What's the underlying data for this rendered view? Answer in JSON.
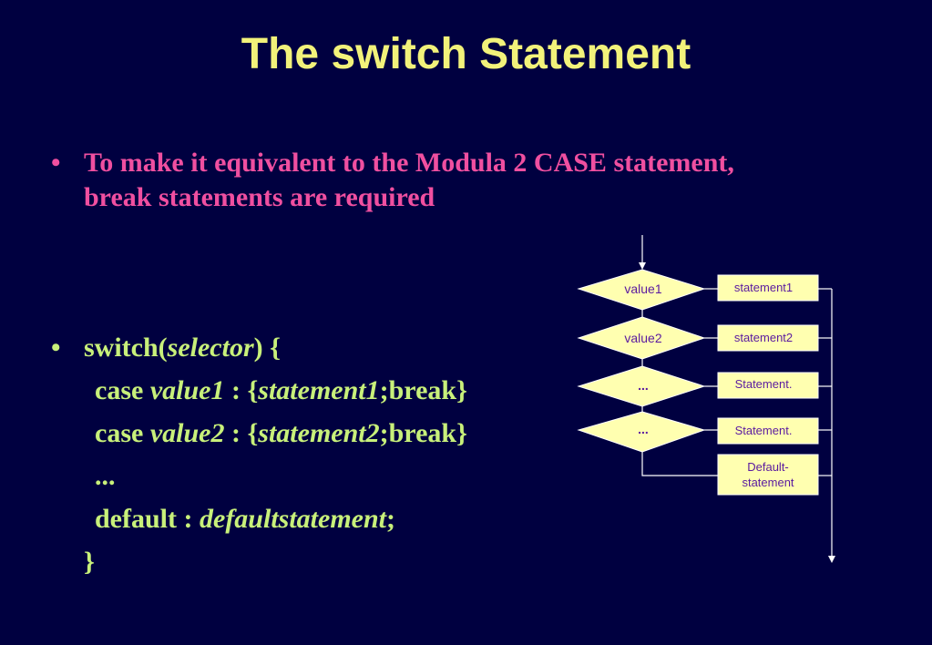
{
  "title": "The switch Statement",
  "bullet1": {
    "marker": "•",
    "text": "To make it equivalent to the Modula 2 CASE statement, break statements are required"
  },
  "code": {
    "marker": "•",
    "line1": {
      "kw": "switch(",
      "selector": "selector",
      "rest": ") {"
    },
    "line2": {
      "kw": "case ",
      "value": "value1",
      "mid": " : {",
      "stmt": "statement1",
      "rest": ";break}"
    },
    "line3": {
      "kw": "case ",
      "value": "value2",
      "mid": " : {",
      "stmt": "statement2",
      "rest": ";break}"
    },
    "line4": "...",
    "line5": {
      "kw": "default : ",
      "stmt": "defaultstatement",
      "rest": ";"
    },
    "line6": "}"
  },
  "diagram": {
    "diamonds": [
      "value1",
      "value2",
      "...",
      "..."
    ],
    "boxes": [
      "statement1",
      "statement2",
      "Statement.",
      "Statement."
    ],
    "default_box": [
      "Default-",
      "statement"
    ],
    "colors": {
      "fill": "#FFFFB0",
      "line": "#FFFFFF",
      "text": "#5A1AA0"
    }
  }
}
